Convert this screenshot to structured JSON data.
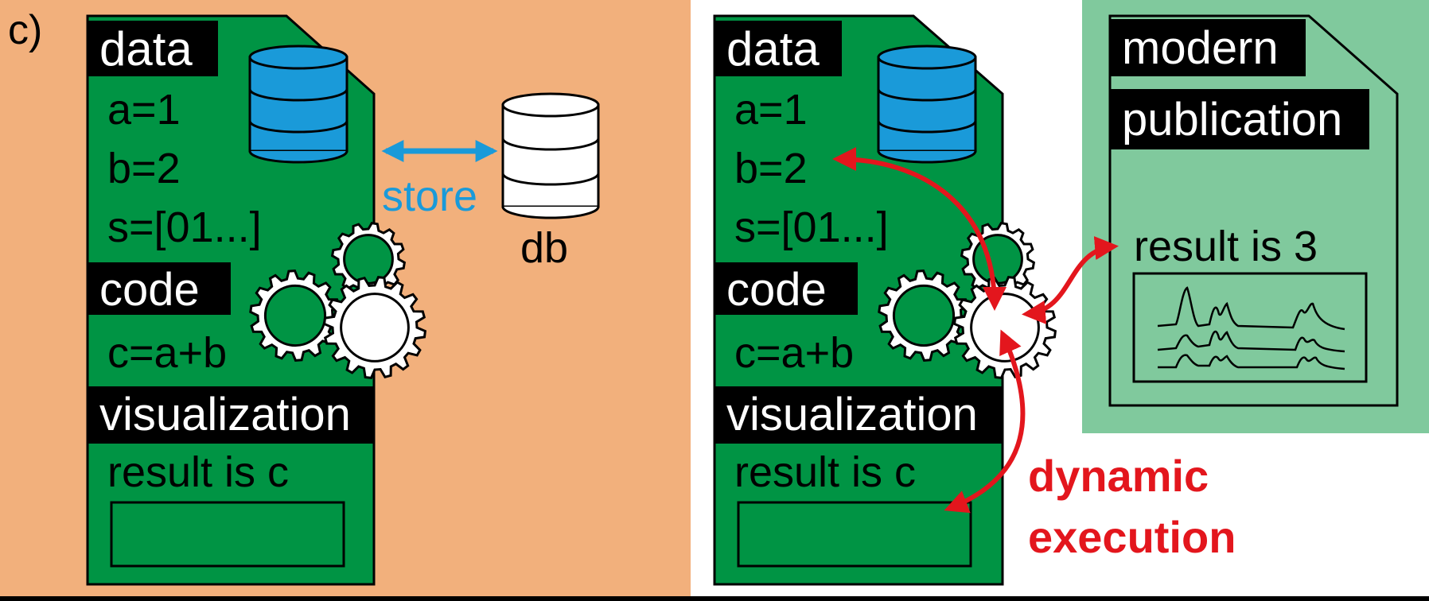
{
  "panel_label": "c)",
  "left_notebook": {
    "sections": {
      "data": "data",
      "code": "code",
      "visualization": "visualization"
    },
    "data_lines": [
      "a=1",
      "b=2",
      "s=[01...]"
    ],
    "code_line": "c=a+b",
    "result_text": "result is c"
  },
  "store_label": "store",
  "db_label": "db",
  "right_notebook": {
    "sections": {
      "data": "data",
      "code": "code",
      "visualization": "visualization"
    },
    "data_lines": [
      "a=1",
      "b=2",
      "s=[01...]"
    ],
    "code_line": "c=a+b",
    "result_text": "result is c"
  },
  "publication": {
    "title_line1": "modern",
    "title_line2": "publication",
    "result_text": "result is 3"
  },
  "dynamic_label_line1": "dynamic",
  "dynamic_label_line2": "execution",
  "colors": {
    "left_background": "#f2b07c",
    "notebook_green": "#009444",
    "publication_green": "#80c99d",
    "db_blue": "#1a9ad9",
    "store_blue": "#1a9ad9",
    "arrow_red": "#e3161d",
    "black": "#000000",
    "white": "#ffffff"
  },
  "icons": [
    "database-icon",
    "gear-icon",
    "plot-icon"
  ]
}
